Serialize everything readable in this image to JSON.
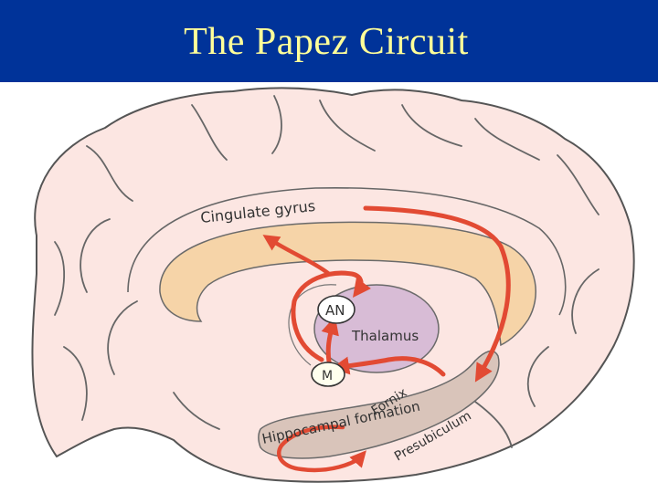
{
  "title": "The Papez Circuit",
  "labels": {
    "cingulate": "Cingulate gyrus",
    "an": "AN",
    "thalamus": "Thalamus",
    "m": "M",
    "fornix": "Fornix",
    "hippocampal": "Hippocampal formation",
    "presubiculum": "Presubiculum"
  },
  "colors": {
    "title_background": "#003399",
    "title_text": "#ffff99",
    "brain_fill": "#fce6e2",
    "brain_outline": "#555555",
    "corpus_callosum": "#f6d4a8",
    "thalamus": "#d8bcd6",
    "pathway_arrow": "#e24a33"
  }
}
